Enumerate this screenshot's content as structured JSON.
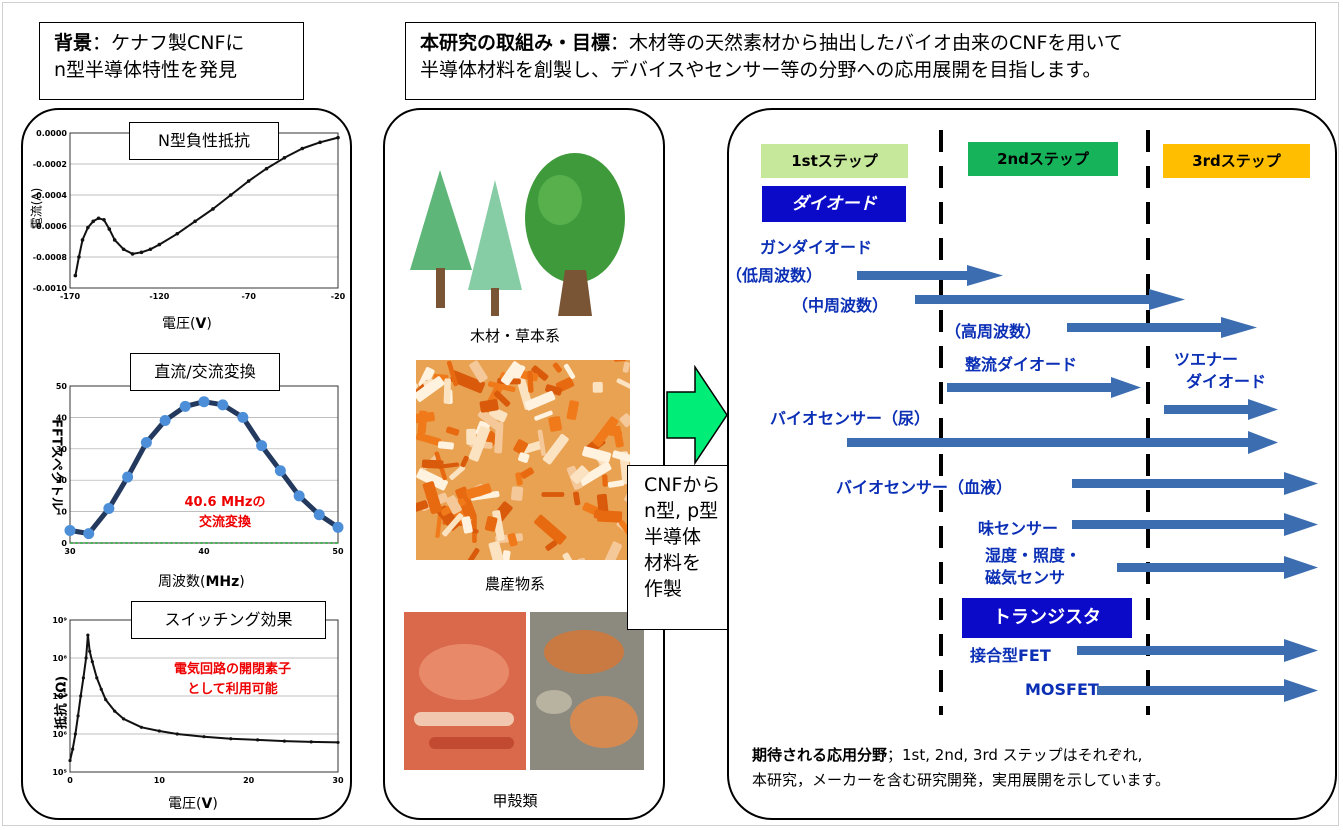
{
  "background": {
    "title_bold": "背景",
    "line1_rest": "：ケナフ製CNFに",
    "line2": "n型半導体特性を発見"
  },
  "goal": {
    "title_bold": "本研究の取組み・目標",
    "line1_rest": "：木材等の天然素材から抽出したバイオ由来のCNFを用いて",
    "line2": "半導体材料を創製し、デバイスやセンサー等の分野への応用展開を目指します。"
  },
  "charts_panel": {
    "chart1": {
      "box_title": "N型負性抵抗",
      "ylabel": "電流(A)",
      "xlabel_prefix": "電圧(",
      "xlabel_unit": "V",
      "xlabel_suffix": ")",
      "yticks": [
        "0.0000",
        "-0.0002",
        "-0.0004",
        "-0.0006",
        "-0.0008",
        "-0.0010"
      ],
      "xticks": [
        "-170",
        "-120",
        "-70",
        "-20"
      ]
    },
    "chart2": {
      "box_title": "直流/交流変換",
      "ylabel": "FFTスペクトル",
      "xlabel_prefix": "周波数(",
      "xlabel_unit": "MHz",
      "xlabel_suffix": ")",
      "annotation_line1": "40.6 MHzの",
      "annotation_line2": "交流変換",
      "yticks": [
        "50",
        "40",
        "30",
        "20",
        "10",
        "0"
      ],
      "xticks": [
        "30",
        "40",
        "50"
      ]
    },
    "chart3": {
      "box_title": "スイッチング効果",
      "ylabel": "抵抗 (Ω)",
      "xlabel_prefix": "電圧(",
      "xlabel_unit": "V",
      "xlabel_suffix": ")",
      "annotation_line1": "電気回路の開閉素子",
      "annotation_line2": "として利用可能",
      "yticks": [
        "10⁹",
        "10⁸",
        "10⁷",
        "10⁶",
        "10⁵"
      ],
      "xticks": [
        "0",
        "10",
        "20",
        "30"
      ]
    }
  },
  "materials_panel": {
    "wood_caption": "木材・草本系",
    "agri_caption": "農産物系",
    "shell_caption": "甲殻類"
  },
  "cnf_box": {
    "line1": "CNFから",
    "line2": "n型, p型",
    "line3": "半導体",
    "line4": "材料を",
    "line5": "作製"
  },
  "roadmap": {
    "step1": "1stステップ",
    "step2": "2ndステップ",
    "step3": "3rdステップ",
    "step_colors": [
      "#c6e89a",
      "#17b35a",
      "#ffbf00"
    ],
    "diode_header": "ダイオード",
    "transistor_header": "トランジスタ",
    "items": {
      "gunn": "ガンダイオード",
      "low_freq": "（低周波数）",
      "mid_freq": "（中周波数）",
      "high_freq": "（高周波数）",
      "rectifier": "整流ダイオード",
      "zener_line1": "ツエナー",
      "zener_line2": "ダイオード",
      "bio_urine": "バイオセンサー（尿）",
      "bio_blood": "バイオセンサー（血液）",
      "taste": "味センサー",
      "humidity_line1": "湿度・照度・",
      "humidity_line2": "磁気センサ",
      "junction_fet": "接合型FET",
      "mosfet": "MOSFET"
    },
    "footer_bold": "期待される応用分野",
    "footer_line1_rest": "；1st, 2nd, 3rd ステップはそれぞれ,",
    "footer_line2": "本研究，メーカーを含む研究開発，実用展開を示しています。"
  },
  "chart_data": [
    {
      "type": "line",
      "title": "N型負性抵抗",
      "xlabel": "電圧(V)",
      "ylabel": "電流(A)",
      "xlim": [
        -170,
        -20
      ],
      "ylim": [
        -0.001,
        0
      ],
      "series": [
        {
          "x": [
            -167,
            -165,
            -163,
            -160,
            -157,
            -154,
            -151,
            -148,
            -145,
            -140,
            -135,
            -130,
            -125,
            -120,
            -110,
            -100,
            -90,
            -80,
            -70,
            -60,
            -50,
            -40,
            -30,
            -20
          ],
          "y": [
            -0.00092,
            -0.0008,
            -0.00069,
            -0.00061,
            -0.00057,
            -0.00055,
            -0.00056,
            -0.00062,
            -0.00069,
            -0.00075,
            -0.00078,
            -0.00077,
            -0.00075,
            -0.00072,
            -0.00065,
            -0.00057,
            -0.00049,
            -0.0004,
            -0.00031,
            -0.00023,
            -0.00016,
            -0.0001,
            -6e-05,
            -3e-05
          ]
        }
      ]
    },
    {
      "type": "line",
      "title": "直流/交流変換",
      "xlabel": "周波数(MHz)",
      "ylabel": "FFTスペクトル",
      "xlim": [
        30,
        50
      ],
      "ylim": [
        0,
        50
      ],
      "series": [
        {
          "x": [
            30,
            31.4,
            32.9,
            34.3,
            35.7,
            37.1,
            38.6,
            40,
            41.4,
            42.9,
            44.3,
            45.7,
            47.1,
            48.6,
            50
          ],
          "y": [
            4,
            3,
            11,
            21,
            32,
            39,
            43.5,
            45,
            44,
            40,
            31,
            23,
            15,
            9,
            5
          ]
        }
      ]
    },
    {
      "type": "line",
      "title": "スイッチング効果",
      "xlabel": "電圧(V)",
      "ylabel": "抵抗 (Ω)",
      "xlim": [
        0,
        30
      ],
      "ylim": [
        100000,
        1000000000
      ],
      "log_y": true,
      "series": [
        {
          "x": [
            0,
            0.3,
            0.6,
            0.9,
            1.2,
            1.5,
            1.8,
            2.0,
            2.2,
            2.5,
            3,
            3.5,
            4,
            5,
            6,
            8,
            10,
            12,
            15,
            18,
            21,
            24,
            27,
            30
          ],
          "y": [
            200000,
            400000,
            1000000,
            3000000,
            10000000,
            30000000,
            100000000,
            400000000,
            150000000,
            80000000,
            30000000,
            15000000,
            8000000,
            4000000,
            2500000,
            1500000,
            1200000,
            1000000,
            850000,
            750000,
            700000,
            650000,
            620000,
            600000
          ]
        }
      ]
    }
  ]
}
